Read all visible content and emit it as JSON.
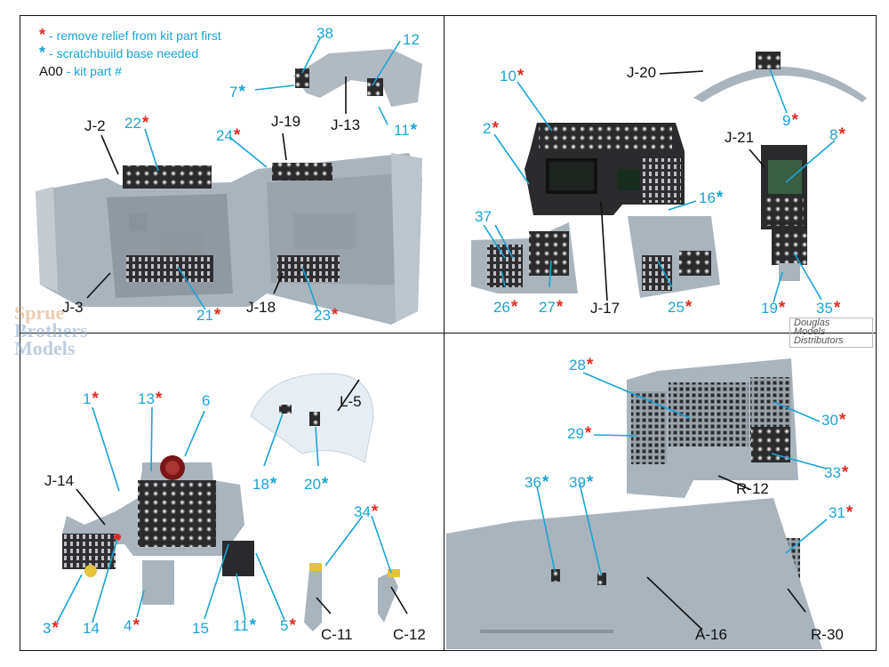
{
  "legend": {
    "remove_relief": "- remove relief from kit part first",
    "scratchbuild": "- scratchbuild base needed",
    "kit_part_code": "A00",
    "kit_part_text": "- kit part #",
    "star_symbol": "*"
  },
  "watermark": {
    "line1": "Sprue",
    "line2": "Brothers",
    "line3": "Models"
  },
  "distributor": {
    "line1": "Douglas",
    "line2": "Models",
    "line3": "Distributors"
  },
  "kit_labels": {
    "J-2": "J-2",
    "J-3": "J-3",
    "J-13": "J-13",
    "J-18": "J-18",
    "J-19": "J-19",
    "J-20": "J-20",
    "J-21": "J-21",
    "J-17": "J-17",
    "J-14": "J-14",
    "L-5": "L-5",
    "C-11": "C-11",
    "C-12": "C-12",
    "R-12": "R-12",
    "A-16": "A-16",
    "R-30": "R-30"
  },
  "qd_labels": {
    "38": "38",
    "12": "12",
    "7": "7",
    "11a": "11",
    "22": "22",
    "24": "24",
    "21": "21",
    "23": "23",
    "10": "10",
    "2": "2",
    "9": "9",
    "8": "8",
    "16": "16",
    "37": "37",
    "26": "26",
    "27": "27",
    "25": "25",
    "19": "19",
    "35": "35",
    "1": "1",
    "13": "13",
    "6": "6",
    "18": "18",
    "20": "20",
    "34": "34",
    "3": "3",
    "14": "14",
    "4": "4",
    "15": "15",
    "11b": "11",
    "5": "5",
    "28": "28",
    "29": "29",
    "30": "30",
    "33": "33",
    "36": "36",
    "39": "39",
    "31": "31"
  },
  "colors": {
    "kit_part_text": "#111111",
    "qd_part_text": "#1ba3d4",
    "remove_relief_star": "#e22a22",
    "scratchbuild_star": "#1ba3d4",
    "kit_plastic": "#a9b4bd",
    "panel_dark": "#2b2b2e"
  },
  "icons": [
    "cockpit-tub-render",
    "instrument-panel-render",
    "canopy-render",
    "side-console-render"
  ]
}
